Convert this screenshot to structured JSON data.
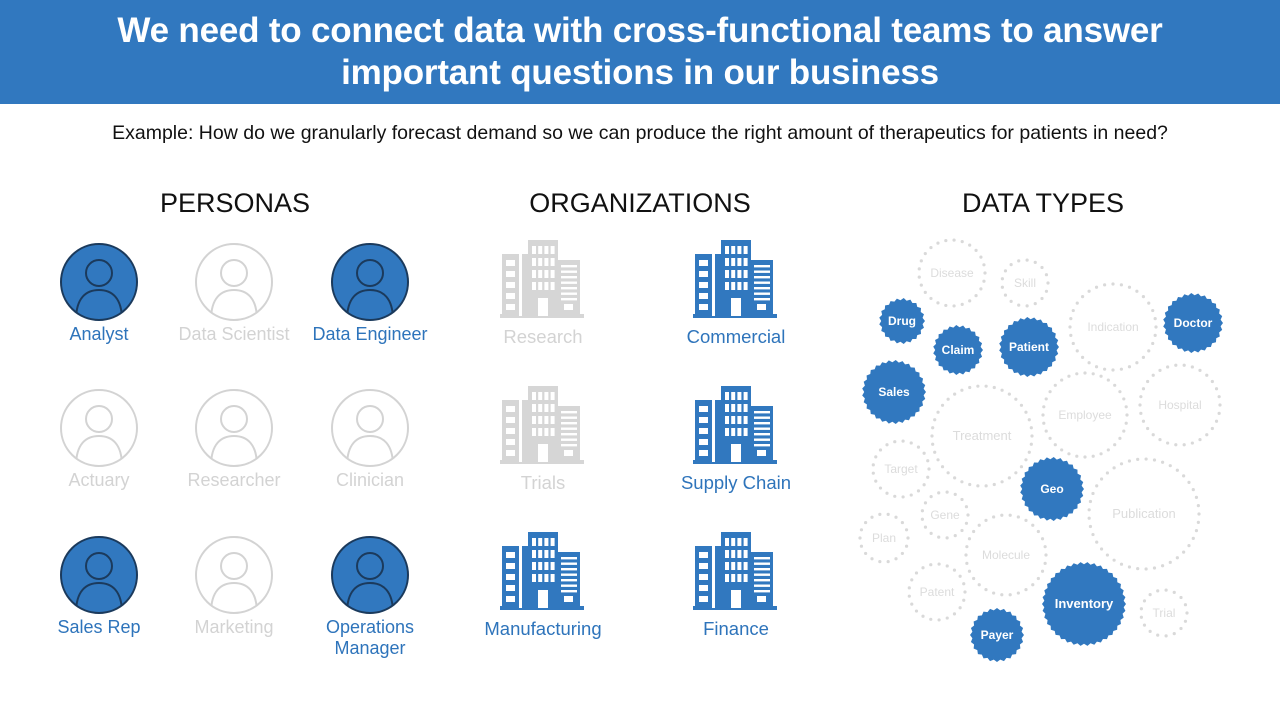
{
  "header": {
    "title": "We need to connect data with cross-functional teams to answer important questions in our business"
  },
  "subtitle": "Example: How do we granularly forecast demand so we can produce the right amount of therapeutics for patients in need?",
  "colors": {
    "accent": "#3178bf",
    "active_label": "#2e74bb",
    "inactive": "#d3d3d3",
    "outline": "#1b3a5c"
  },
  "personas": {
    "title": "PERSONAS",
    "items": [
      {
        "label": "Analyst",
        "active": true,
        "icon": "user-icon"
      },
      {
        "label": "Data Scientist",
        "active": false,
        "icon": "user-icon"
      },
      {
        "label": "Data Engineer",
        "active": true,
        "icon": "user-icon"
      },
      {
        "label": "Actuary",
        "active": false,
        "icon": "user-icon"
      },
      {
        "label": "Researcher",
        "active": false,
        "icon": "user-icon"
      },
      {
        "label": "Clinician",
        "active": false,
        "icon": "user-icon"
      },
      {
        "label": "Sales Rep",
        "active": true,
        "icon": "user-icon"
      },
      {
        "label": "Marketing",
        "active": false,
        "icon": "user-icon"
      },
      {
        "label": "Operations Manager",
        "active": true,
        "icon": "user-icon"
      }
    ]
  },
  "organizations": {
    "title": "ORGANIZATIONS",
    "items": [
      {
        "label": "Research",
        "active": false,
        "icon": "building-icon"
      },
      {
        "label": "Commercial",
        "active": true,
        "icon": "building-icon"
      },
      {
        "label": "Trials",
        "active": false,
        "icon": "building-icon"
      },
      {
        "label": "Supply Chain",
        "active": true,
        "icon": "building-icon"
      },
      {
        "label": "Manufacturing",
        "active": true,
        "icon": "building-icon"
      },
      {
        "label": "Finance",
        "active": true,
        "icon": "building-icon"
      }
    ]
  },
  "data_types": {
    "title": "DATA TYPES",
    "items": [
      {
        "label": "Disease",
        "active": false
      },
      {
        "label": "Skill",
        "active": false
      },
      {
        "label": "Drug",
        "active": true
      },
      {
        "label": "Claim",
        "active": true
      },
      {
        "label": "Patient",
        "active": true
      },
      {
        "label": "Indication",
        "active": false
      },
      {
        "label": "Doctor",
        "active": true
      },
      {
        "label": "Sales",
        "active": true
      },
      {
        "label": "Treatment",
        "active": false
      },
      {
        "label": "Employee",
        "active": false
      },
      {
        "label": "Hospital",
        "active": false
      },
      {
        "label": "Target",
        "active": false
      },
      {
        "label": "Geo",
        "active": true
      },
      {
        "label": "Gene",
        "active": false
      },
      {
        "label": "Publication",
        "active": false
      },
      {
        "label": "Plan",
        "active": false
      },
      {
        "label": "Molecule",
        "active": false
      },
      {
        "label": "Patent",
        "active": false
      },
      {
        "label": "Inventory",
        "active": true
      },
      {
        "label": "Trial",
        "active": false
      },
      {
        "label": "Payer",
        "active": true
      }
    ]
  }
}
